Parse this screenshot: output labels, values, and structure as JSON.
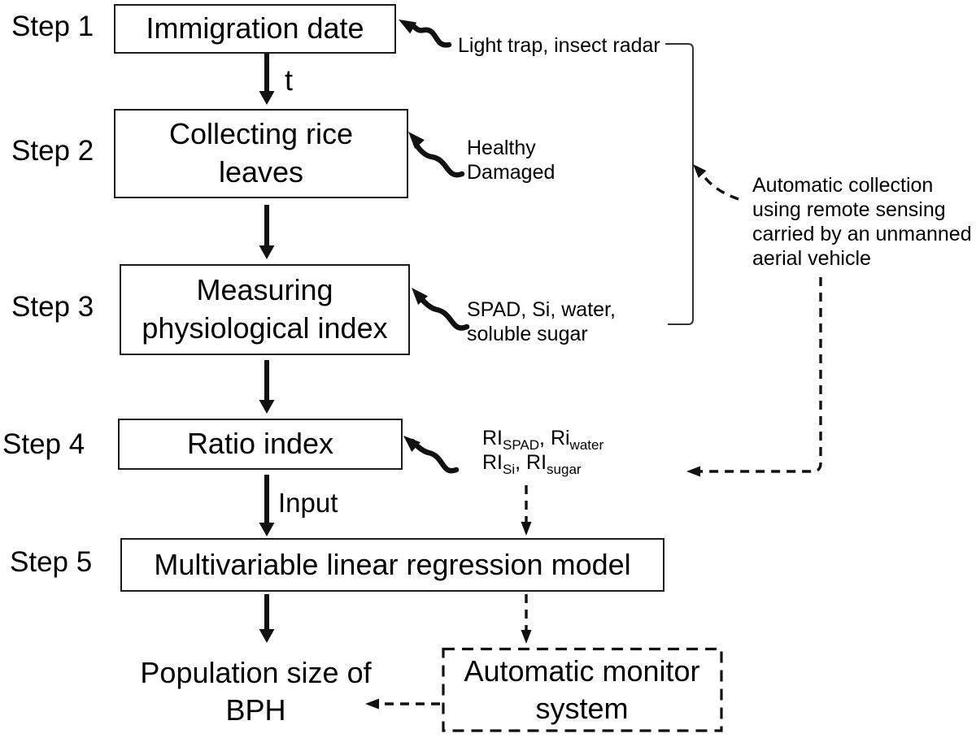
{
  "figure": {
    "type": "flowchart",
    "background": "#ffffff",
    "ink": "#000000"
  },
  "steps": [
    {
      "label": "Step 1",
      "box_text": "Immigration date"
    },
    {
      "label": "Step 2",
      "box_text": "Collecting rice\nleaves"
    },
    {
      "label": "Step 3",
      "box_text": "Measuring\nphysiological index"
    },
    {
      "label": "Step 4",
      "box_text": "Ratio index"
    },
    {
      "label": "Step 5",
      "box_text": "Multivariable linear regression model"
    }
  ],
  "flow_labels": {
    "time": "t",
    "input": "Input"
  },
  "annotations": {
    "step1_methods": "Light trap, insect radar",
    "step2_samples": "Healthy\nDamaged",
    "step3_indices": "SPAD, Si, water,\nsoluble sugar",
    "step4_ratio_line1": [
      {
        "text": "RI"
      },
      {
        "sub": "SPAD"
      },
      {
        "text": ", Ri"
      },
      {
        "sub": "water"
      }
    ],
    "step4_ratio_line2": [
      {
        "text": "RI"
      },
      {
        "sub": "Si"
      },
      {
        "text": ", RI"
      },
      {
        "sub": "sugar"
      }
    ],
    "uav_note": "Automatic collection\nusing remote sensing\ncarried by an unmanned\naerial vehicle"
  },
  "outputs": {
    "population": "Population size of\nBPH",
    "monitor_box": "Automatic monitor\nsystem"
  }
}
